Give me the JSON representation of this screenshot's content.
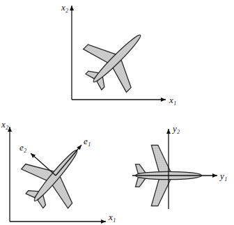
{
  "diagram": {
    "labels": [
      "x₂",
      "x₁",
      "x₂",
      "e₂",
      "e₁",
      "x₁",
      "y₂",
      "y₁"
    ]
  }
}
